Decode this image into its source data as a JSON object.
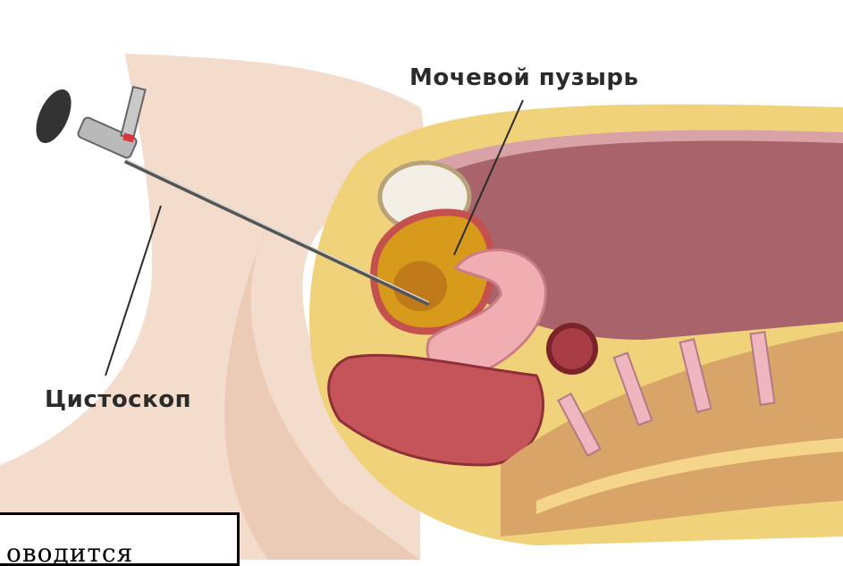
{
  "labels": {
    "bladder": "Мочевой пузырь",
    "cystoscope": "Цистоскоп"
  },
  "caption": {
    "text": "оводится"
  },
  "colors": {
    "skin": "#f2d7c4",
    "skin_shadow": "#d9a58e",
    "fat": "#efd47a",
    "muscle": "#c4545a",
    "bladder_fill": "#d89a1a",
    "vertebra": "#d9a468",
    "disc": "#efb6c0",
    "cavity": "#a9646b",
    "line": "#2b2b2b"
  }
}
